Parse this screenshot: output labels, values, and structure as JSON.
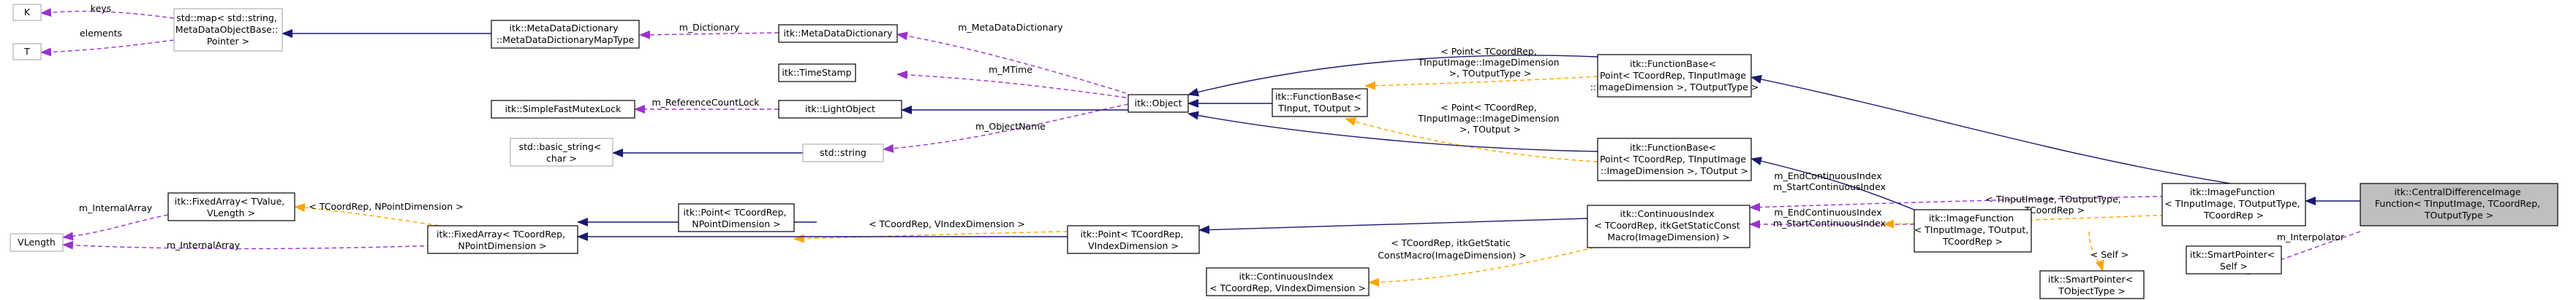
{
  "colors": {
    "inheritance": "#191970",
    "usage": "#9a32cd",
    "template": "#ffa500"
  },
  "nodes": {
    "k": {
      "lines": [
        "K"
      ]
    },
    "t": {
      "lines": [
        "T"
      ]
    },
    "stdmap": {
      "lines": [
        "std::map< std::string,",
        "MetaDataObjectBase::",
        "Pointer >"
      ]
    },
    "mddmap": {
      "lines": [
        "itk::MetaDataDictionary",
        "::MetaDataDictionaryMapType"
      ]
    },
    "mdd": {
      "lines": [
        "itk::MetaDataDictionary"
      ]
    },
    "timestamp": {
      "lines": [
        "itk::TimeStamp"
      ]
    },
    "sfml": {
      "lines": [
        "itk::SimpleFastMutexLock"
      ]
    },
    "lightobject": {
      "lines": [
        "itk::LightObject"
      ]
    },
    "basicstring": {
      "lines": [
        "std::basic_string<",
        "char >"
      ]
    },
    "stdstring": {
      "lines": [
        "std::string"
      ]
    },
    "object": {
      "lines": [
        "itk::Object"
      ]
    },
    "fb_tinput": {
      "lines": [
        "itk::FunctionBase<",
        "TInput, TOutput >"
      ]
    },
    "fb_point_tot": {
      "lines": [
        "itk::FunctionBase<",
        "Point< TCoordRep, TInputImage",
        "::ImageDimension >, TOutputType >"
      ]
    },
    "fb_point_to": {
      "lines": [
        "itk::FunctionBase<",
        "Point< TCoordRep, TInputImage",
        "::ImageDimension >, TOutput >"
      ]
    },
    "vlength": {
      "lines": [
        "VLength"
      ]
    },
    "fa_tvalue": {
      "lines": [
        "itk::FixedArray< TValue,",
        "VLength >"
      ]
    },
    "fa_tcoord": {
      "lines": [
        "itk::FixedArray< TCoordRep,",
        "NPointDimension >"
      ]
    },
    "point_npd": {
      "lines": [
        "itk::Point< TCoordRep,",
        "NPointDimension >"
      ]
    },
    "point_vid": {
      "lines": [
        "itk::Point< TCoordRep,",
        "VIndexDimension >"
      ]
    },
    "ci_vid": {
      "lines": [
        "itk::ContinuousIndex",
        "< TCoordRep, VIndexDimension >"
      ]
    },
    "ci_macro": {
      "lines": [
        "itk::ContinuousIndex",
        "< TCoordRep, itkGetStaticConst",
        "Macro(ImageDimension) >"
      ]
    },
    "imgfunc_tout": {
      "lines": [
        "itk::ImageFunction",
        "< TInputImage, TOutput,",
        "TCoordRep >"
      ]
    },
    "imgfunc_touttype": {
      "lines": [
        "itk::ImageFunction",
        "< TInputImage, TOutputType,",
        "TCoordRep >"
      ]
    },
    "sp_self": {
      "lines": [
        "itk::SmartPointer<",
        "Self >"
      ]
    },
    "sp_tobj": {
      "lines": [
        "itk::SmartPointer<",
        "TObjectType >"
      ]
    },
    "cdif": {
      "lines": [
        "itk::CentralDifferenceImage",
        "Function< TInputImage, TCoordRep,",
        "TOutputType >"
      ]
    }
  },
  "edge_labels": {
    "keys": [
      "keys"
    ],
    "elements": [
      "elements"
    ],
    "m_dictionary": [
      "m_Dictionary"
    ],
    "m_metadatadictionary": [
      "m_MetaDataDictionary"
    ],
    "m_mtime": [
      "m_MTime"
    ],
    "m_refcountlock": [
      "m_ReferenceCountLock"
    ],
    "m_objectname": [
      "m_ObjectName"
    ],
    "fb_tot_args": [
      "< Point< TCoordRep,",
      "TInputImage::ImageDimension",
      ">, TOutputType >"
    ],
    "fb_to_args": [
      "< Point< TCoordRep,",
      "TInputImage::ImageDimension",
      ">, TOutput >"
    ],
    "m_internalarray_top": [
      "m_InternalArray"
    ],
    "m_internalarray_bottom": [
      "m_InternalArray"
    ],
    "fa_args": [
      "< TCoordRep, NPointDimension >"
    ],
    "point_args": [
      "< TCoordRep, VIndexDimension >"
    ],
    "ci_args": [
      "< TCoordRep, itkGetStatic",
      "ConstMacro(ImageDimension) >"
    ],
    "endci_top": [
      "m_EndContinuousIndex",
      "m_StartContinuousIndex"
    ],
    "endci_bottom": [
      "m_EndContinuousIndex",
      "m_StartContinuousIndex"
    ],
    "imgfunc_args": [
      "< TInputImage, TOutputType,",
      "TCoordRep >"
    ],
    "m_interpolator": [
      "m_Interpolator"
    ],
    "self_args": [
      "< Self >"
    ]
  }
}
